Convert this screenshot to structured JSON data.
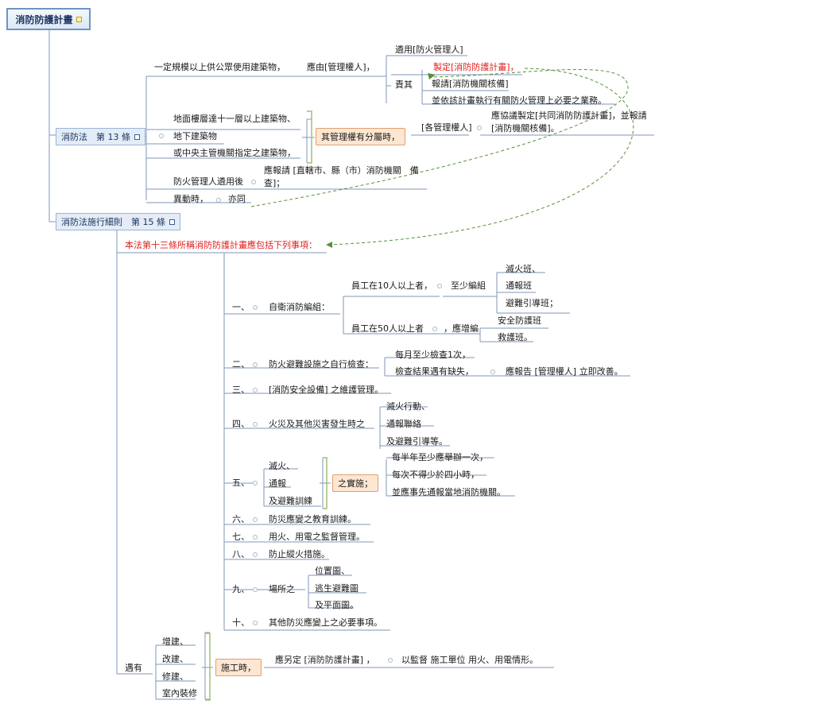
{
  "root": {
    "title": "消防防護計畫"
  },
  "article13": {
    "title": "消防法　第 13 條",
    "bldg": "一定規模以上供公眾使用建築物，",
    "responsible": "應由[管理權人]，",
    "appoint": "遴用[防火管理人]",
    "duty": "責其",
    "duty1": "製定[消防防護計畫]，",
    "duty2": "報請[消防機關核備]",
    "duty3": "並依該計畫執行有關防火管理上必要之業務。",
    "multi1": "地面樓層達十一層以上建築物、",
    "multi2": "地下建築物",
    "multi3": "或中央主管機關指定之建築物，",
    "separate": "其管理權有分屬時，",
    "each_owner": "[各管理權人]",
    "joint1": "應協議製定[共同消防防護計畫]，並報請",
    "joint2": "[消防機關核備]。",
    "after_appoint": "防火管理人遴用後",
    "report1": "應報請 [直轄市、縣（市）消防機關　備",
    "report2": "查]；",
    "change": "異動時，",
    "same": "亦同"
  },
  "rule15": {
    "title": "消防法施行細則　第 15 條",
    "intro": "本法第十三條所稱消防防護計畫應包括下列事項：",
    "i1": {
      "num": "一、",
      "label": "自衛消防編組：",
      "a": "員工在10人以上者，",
      "a_note": "至少編組",
      "a1": "滅火班、",
      "a2": "通報班",
      "a3": "避難引導班；",
      "b": "員工在50人以上者",
      "b_note": "，應增編",
      "b1": "安全防護班",
      "b2": "救護班。"
    },
    "i2": {
      "num": "二、",
      "label": "防火避難設施之自行檢查：",
      "a": "每月至少檢查1次，",
      "b": "檢查結果遇有缺失，",
      "b_note": "應報告 [管理權人] 立即改善。"
    },
    "i3": {
      "num": "三、",
      "label": "[消防安全設備] 之維護管理。"
    },
    "i4": {
      "num": "四、",
      "label": "火災及其他災害發生時之",
      "a": "滅火行動、",
      "b": "通報聯絡",
      "c": "及避難引導等。"
    },
    "i5": {
      "num": "五、",
      "a": "滅火、",
      "b": "通報",
      "c": "及避難訓練",
      "impl": "之實施；",
      "d1": "每半年至少應舉辦一次，",
      "d2": "每次不得少於四小時，",
      "d3": "並應事先通報當地消防機關。"
    },
    "i6": {
      "num": "六、",
      "label": "防災應變之教育訓練。"
    },
    "i7": {
      "num": "七、",
      "label": "用火、用電之監督管理。"
    },
    "i8": {
      "num": "八、",
      "label": "防止縱火措施。"
    },
    "i9": {
      "num": "九、",
      "label": "場所之",
      "a": "位置圖、",
      "b": "逃生避難圖",
      "c": "及平面圖。"
    },
    "i10": {
      "num": "十、",
      "label": "其他防災應變上之必要事項。"
    },
    "enc": {
      "label": "遇有",
      "a": "增建、",
      "b": "改建、",
      "c": "修建、",
      "d": "室內裝修",
      "during": "施工時，",
      "plan": "應另定 [消防防護計畫] ，",
      "supervise": "以監督 施工單位 用火、用電情形。"
    }
  }
}
